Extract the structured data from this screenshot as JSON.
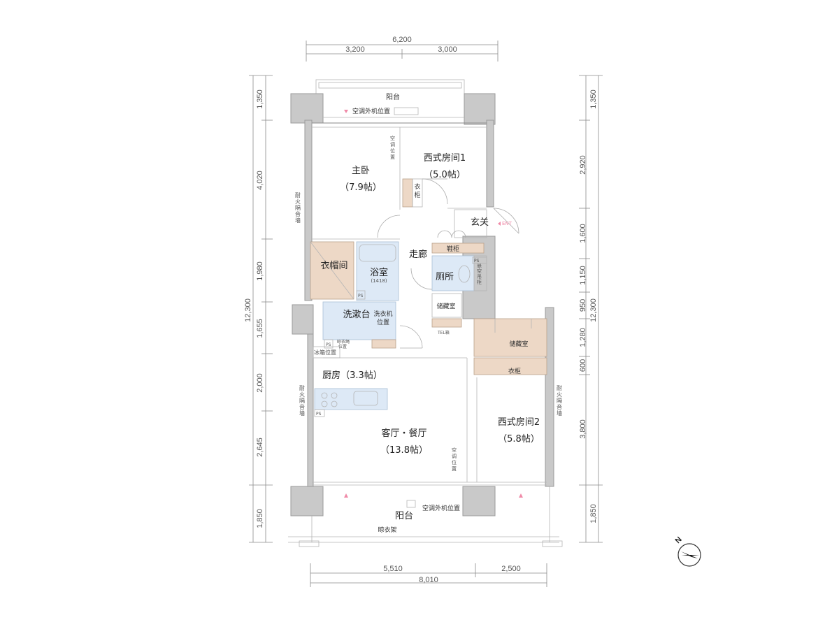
{
  "dimensions": {
    "top_total": "6,200",
    "top_left": "3,200",
    "top_right": "3,000",
    "bottom_left": "5,510",
    "bottom_right": "2,500",
    "bottom_total": "8,010",
    "left": [
      "1,350",
      "4,020",
      "1,980",
      "1,655",
      "2,000",
      "2,645",
      "1,850"
    ],
    "left_total": "12,300",
    "right": [
      "1,350",
      "2,920",
      "1,600",
      "1,150",
      "950",
      "1,280",
      "600",
      "3,800",
      "1,850"
    ],
    "right_total": "12,300"
  },
  "rooms": {
    "balcony_top": "阳台",
    "ac_outdoor_top": "空调外机位置",
    "master_bedroom": "主卧",
    "master_bedroom_size": "（7.9帖）",
    "ac_position_master": "空调位置",
    "western_room_1": "西式房间1",
    "western_room_1_size": "（5.0帖）",
    "closet_1": "衣柜",
    "entrance": "玄关",
    "ent_label": "ENT",
    "corridor": "走廊",
    "shoe_cabinet": "鞋柜",
    "walk_in_closet": "衣帽间",
    "bathroom": "浴室",
    "bathroom_code": "(1418)",
    "toilet": "厕所",
    "hanging_cabinet": "悬空吊柜",
    "storage_1": "储藏室",
    "washroom": "洗漱台",
    "washer_position": "洗衣机位置",
    "dryer_position": "晾衣绳位置",
    "tel_box": "TEL箱",
    "storage_2": "储藏室",
    "closet_2": "衣柜",
    "fridge_position": "冰箱位置",
    "kitchen": "厨房（3.3帖）",
    "living_dining": "客厅・餐厅",
    "living_dining_size": "（13.8帖）",
    "ac_position_living": "空调位置",
    "western_room_2": "西式房间2",
    "western_room_2_size": "（5.8帖）",
    "fire_wall_left_top": "耐火隔音墙",
    "fire_wall_left_bottom": "耐火隔音墙",
    "fire_wall_right": "耐火隔音墙",
    "balcony_bottom": "阳台",
    "ac_outdoor_bottom": "空调外机位置",
    "clothes_rack": "晾衣架",
    "ps": "PS"
  },
  "compass": {
    "label": "N"
  }
}
